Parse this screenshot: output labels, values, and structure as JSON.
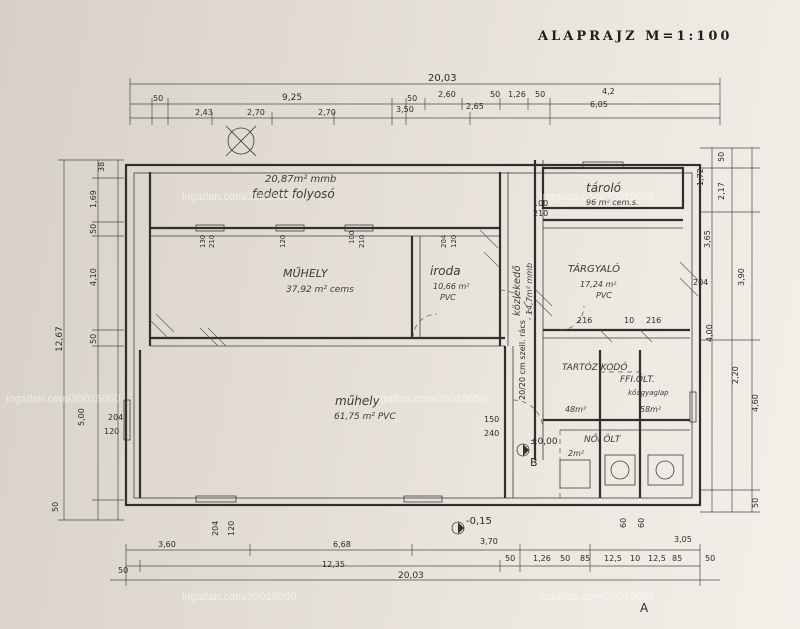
{
  "title": "ALAPRAJZ  M=1:100",
  "watermark": "ingatlan.com/35018050",
  "rooms": {
    "fedett_folyoso": {
      "area": "20,87m² mmb",
      "name": "fedett folyosó"
    },
    "tarolo": {
      "name": "tároló",
      "area": "96 m² cem.s."
    },
    "muhely_top": {
      "name": "MŰHELY",
      "area": "37,92 m² cems"
    },
    "iroda": {
      "name": "iroda",
      "area": "10,66 m²",
      "floor": "PVC"
    },
    "kozlekedo": {
      "name": "közlekedő",
      "area": "14,7m² mmb"
    },
    "targyalo": {
      "name": "TÁRGYALÓ",
      "area": "17,24 m²",
      "floor": "PVC"
    },
    "muhely_bottom": {
      "name": "műhely",
      "area": "61,75 m² PVC"
    },
    "tartozkodo": {
      "name": "TARTÓZ KODÓ"
    },
    "ffi_olt": {
      "name": "FFI.ÖLT."
    },
    "noi_olt": {
      "name": "NŐI ÖLT"
    }
  },
  "top_dims": {
    "total": "20,03",
    "row2": [
      "50",
      "9,25",
      "50",
      "2,60",
      "50",
      "1,26",
      "50",
      "4,2"
    ],
    "row3": [
      "2,43",
      "2,70",
      "2,70",
      "3,50",
      "2,65",
      "6,05"
    ]
  },
  "bottom_dims": {
    "row1": [
      "3,60",
      "6,68",
      "3,70",
      "3,05"
    ],
    "row2": [
      "50",
      "12,35",
      "50",
      "1,26",
      "50",
      "85",
      "12,5",
      "10",
      "12,5",
      "85",
      "50"
    ],
    "total": "20,03"
  },
  "left_dims": {
    "total": "12,67",
    "parts": [
      "38",
      "1,69",
      "50",
      "4,10",
      "50",
      "5,00",
      "50"
    ]
  },
  "right_dims": {
    "parts": [
      "50",
      "1,72",
      "2,17",
      "3,65",
      "3,90",
      "4,00",
      "2,20",
      "4,60",
      "50"
    ]
  },
  "openings": [
    "130",
    "210",
    "120",
    "100",
    "210",
    "204",
    "120",
    "150",
    "240",
    "210",
    "100",
    "216",
    "10",
    "216",
    "204",
    "120",
    "60",
    "60"
  ],
  "levels": [
    "±0,00",
    "-0,15"
  ],
  "misc": [
    "20/20 cm szell. rács",
    "kőágyaglap",
    "48m²",
    "58m²",
    "2m²",
    "A",
    "B"
  ]
}
